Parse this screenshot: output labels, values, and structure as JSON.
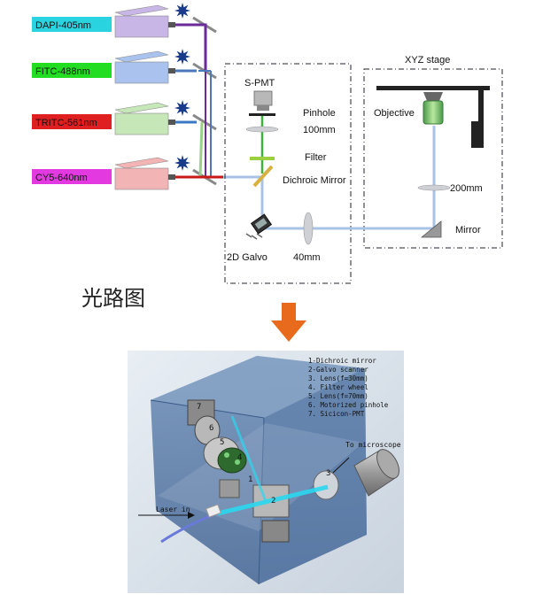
{
  "lasers": [
    {
      "label": "DAPI-405nm",
      "box_color": "#2ad3e0",
      "body_color": "#c8b6e6",
      "beam_color": "#6a2a9a"
    },
    {
      "label": "FITC-488nm",
      "box_color": "#22dd22",
      "body_color": "#a9c3ee",
      "beam_color": "#4a78b8"
    },
    {
      "label": "TRITC-561nm",
      "box_color": "#e02020",
      "body_color": "#c6e8b8",
      "beam_color": "#3a78c4"
    },
    {
      "label": "CY5-640nm",
      "box_color": "#e23ae0",
      "body_color": "#f2b4b4",
      "beam_color": "#c81818"
    }
  ],
  "schematic": {
    "spmt": "S-PMT",
    "pinhole": "Pinhole",
    "pinhole_focal": "100mm",
    "filter": "Filter",
    "dichroic": "Dichroic Mirror",
    "galvo": "2D Galvo",
    "lens40": "40mm",
    "stage_title": "XYZ stage",
    "objective": "Objective",
    "lens200": "200mm",
    "mirror": "Mirror"
  },
  "caption": "光路图",
  "render": {
    "legend": [
      "1-Dichroic mirror",
      "2-Galvo scanner",
      "3. Lens(f=30mm)",
      "4. Filter wheel",
      "5. Lens(f=70mm)",
      "6. Motorized pinhole",
      "7. Sicicon-PMT"
    ],
    "to_microscope": "To microscope",
    "laser_in": "Laser in",
    "numbers": [
      "1",
      "2",
      "3",
      "4",
      "5",
      "6",
      "7"
    ]
  }
}
